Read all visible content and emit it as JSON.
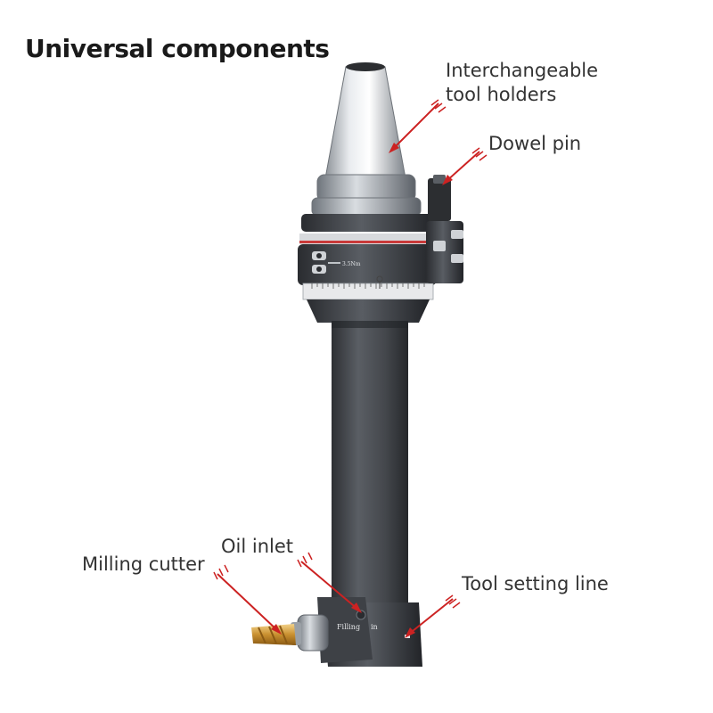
{
  "title": "Universal components",
  "callouts": {
    "holders_line1": "Interchangeable",
    "holders_line2": "tool holders",
    "dowel": "Dowel pin",
    "oil": "Oil inlet",
    "milling": "Milling cutter",
    "setting": "Tool setting line"
  },
  "product_labels": {
    "torque": "3.5Nm",
    "filling_word": "Filling",
    "filling_suffix": "in"
  },
  "colors": {
    "arrow": "#cc2222",
    "body": "#3f4246",
    "accent": "#c93a3a"
  }
}
